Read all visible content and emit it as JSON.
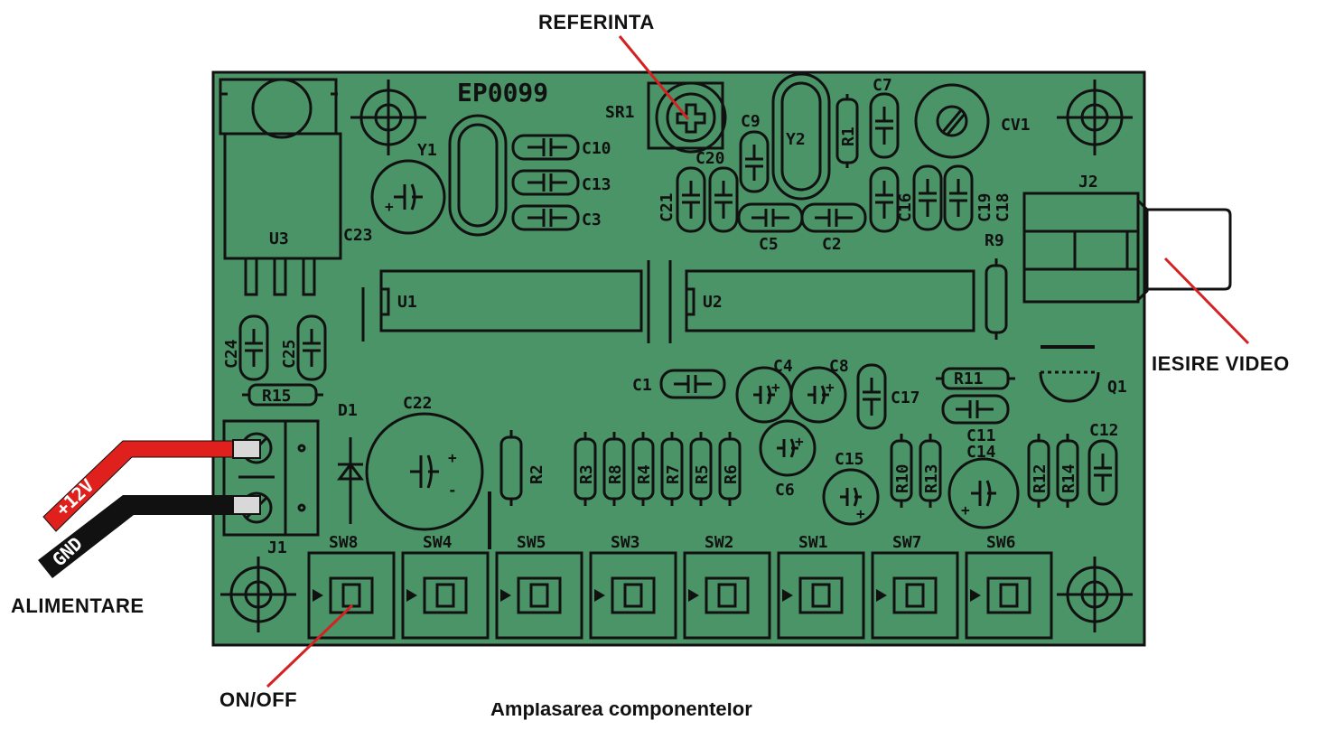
{
  "title": "Amplasarea componentelor",
  "callouts": {
    "referinta": "REFERINTA",
    "iesire_video": "IESIRE VIDEO",
    "alimentare": "ALIMENTARE",
    "on_off": "ON/OFF"
  },
  "wires": {
    "plus12v": "+12V",
    "gnd": "GND"
  },
  "board": {
    "name": "EP0099",
    "color": "#4a9468",
    "labels": {
      "u3": "U3",
      "y1": "Y1",
      "c23": "C23",
      "c10": "C10",
      "c13": "C13",
      "c3": "C3",
      "sr1": "SR1",
      "c9": "C9",
      "c20": "C20",
      "c21": "C21",
      "y2": "Y2",
      "r1": "R1",
      "c7": "C7",
      "c16": "C16",
      "c19": "C19",
      "c18": "C18",
      "cv1": "CV1",
      "c5": "C5",
      "c2": "C2",
      "j2": "J2",
      "r9": "R9",
      "u1": "U1",
      "u2": "U2",
      "c24": "C24",
      "c25": "C25",
      "r15": "R15",
      "c1": "C1",
      "c4": "C4",
      "c8": "C8",
      "c17": "C17",
      "r11": "R11",
      "q1": "Q1",
      "d1": "D1",
      "c22": "C22",
      "c11": "C11",
      "c14": "C14",
      "c12": "C12",
      "r2": "R2",
      "r3": "R3",
      "r8": "R8",
      "r4": "R4",
      "r7": "R7",
      "r5": "R5",
      "r6": "R6",
      "c6": "C6",
      "c15": "C15",
      "r10": "R10",
      "r13": "R13",
      "r12": "R12",
      "r14": "R14",
      "j1": "J1"
    },
    "switches": [
      "SW8",
      "SW4",
      "SW5",
      "SW3",
      "SW2",
      "SW1",
      "SW7",
      "SW6"
    ]
  }
}
